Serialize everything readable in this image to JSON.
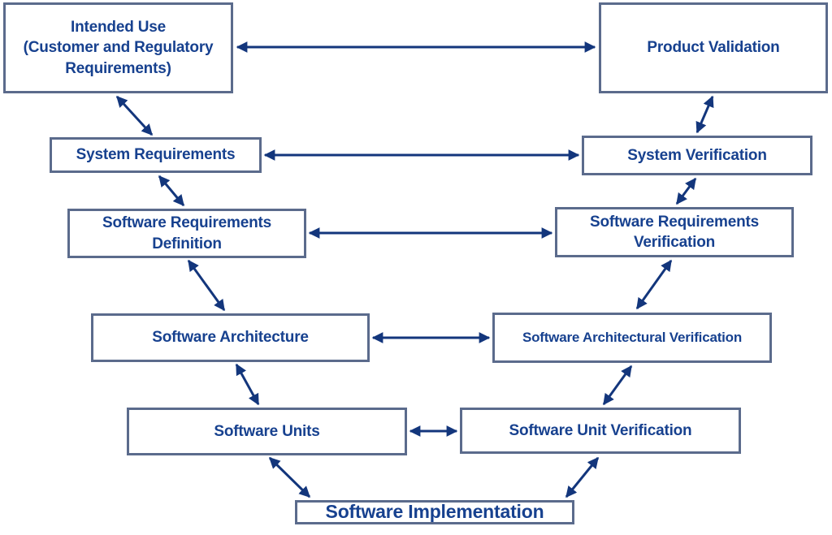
{
  "colors": {
    "box_border": "#5b6b8c",
    "label_text": "#17418f",
    "arrow": "#13367c",
    "background": "#ffffff"
  },
  "nodes": [
    {
      "id": "intended-use",
      "lines": [
        "Intended Use",
        "(Customer and Regulatory",
        "Requirements)"
      ]
    },
    {
      "id": "product-validation",
      "lines": [
        "Product Validation"
      ]
    },
    {
      "id": "system-requirements",
      "lines": [
        "System Requirements"
      ]
    },
    {
      "id": "system-verification",
      "lines": [
        "System Verification"
      ]
    },
    {
      "id": "software-requirements-definition",
      "lines": [
        "Software Requirements",
        "Definition"
      ]
    },
    {
      "id": "software-requirements-verification",
      "lines": [
        "Software Requirements",
        "Verification"
      ]
    },
    {
      "id": "software-architecture",
      "lines": [
        "Software Architecture"
      ]
    },
    {
      "id": "software-architectural-verification",
      "lines": [
        "Software Architectural Verification"
      ]
    },
    {
      "id": "software-units",
      "lines": [
        "Software Units"
      ]
    },
    {
      "id": "software-unit-verification",
      "lines": [
        "Software Unit Verification"
      ]
    },
    {
      "id": "software-implementation",
      "lines": [
        "Software Implementation"
      ]
    }
  ],
  "connections": [
    {
      "from": "intended-use",
      "to": "product-validation",
      "bidirectional": true,
      "orientation": "horizontal"
    },
    {
      "from": "system-requirements",
      "to": "system-verification",
      "bidirectional": true,
      "orientation": "horizontal"
    },
    {
      "from": "software-requirements-definition",
      "to": "software-requirements-verification",
      "bidirectional": true,
      "orientation": "horizontal"
    },
    {
      "from": "software-architecture",
      "to": "software-architectural-verification",
      "bidirectional": true,
      "orientation": "horizontal"
    },
    {
      "from": "software-units",
      "to": "software-unit-verification",
      "bidirectional": true,
      "orientation": "horizontal"
    },
    {
      "from": "intended-use",
      "to": "system-requirements",
      "bidirectional": true,
      "orientation": "diagonal"
    },
    {
      "from": "system-requirements",
      "to": "software-requirements-definition",
      "bidirectional": true,
      "orientation": "diagonal"
    },
    {
      "from": "software-requirements-definition",
      "to": "software-architecture",
      "bidirectional": true,
      "orientation": "diagonal"
    },
    {
      "from": "software-architecture",
      "to": "software-units",
      "bidirectional": true,
      "orientation": "diagonal"
    },
    {
      "from": "software-units",
      "to": "software-implementation",
      "bidirectional": true,
      "orientation": "diagonal"
    },
    {
      "from": "software-implementation",
      "to": "software-unit-verification",
      "bidirectional": true,
      "orientation": "diagonal"
    },
    {
      "from": "software-unit-verification",
      "to": "software-architectural-verification",
      "bidirectional": true,
      "orientation": "diagonal"
    },
    {
      "from": "software-architectural-verification",
      "to": "software-requirements-verification",
      "bidirectional": true,
      "orientation": "diagonal"
    },
    {
      "from": "software-requirements-verification",
      "to": "system-verification",
      "bidirectional": true,
      "orientation": "diagonal"
    },
    {
      "from": "system-verification",
      "to": "product-validation",
      "bidirectional": true,
      "orientation": "diagonal"
    }
  ]
}
